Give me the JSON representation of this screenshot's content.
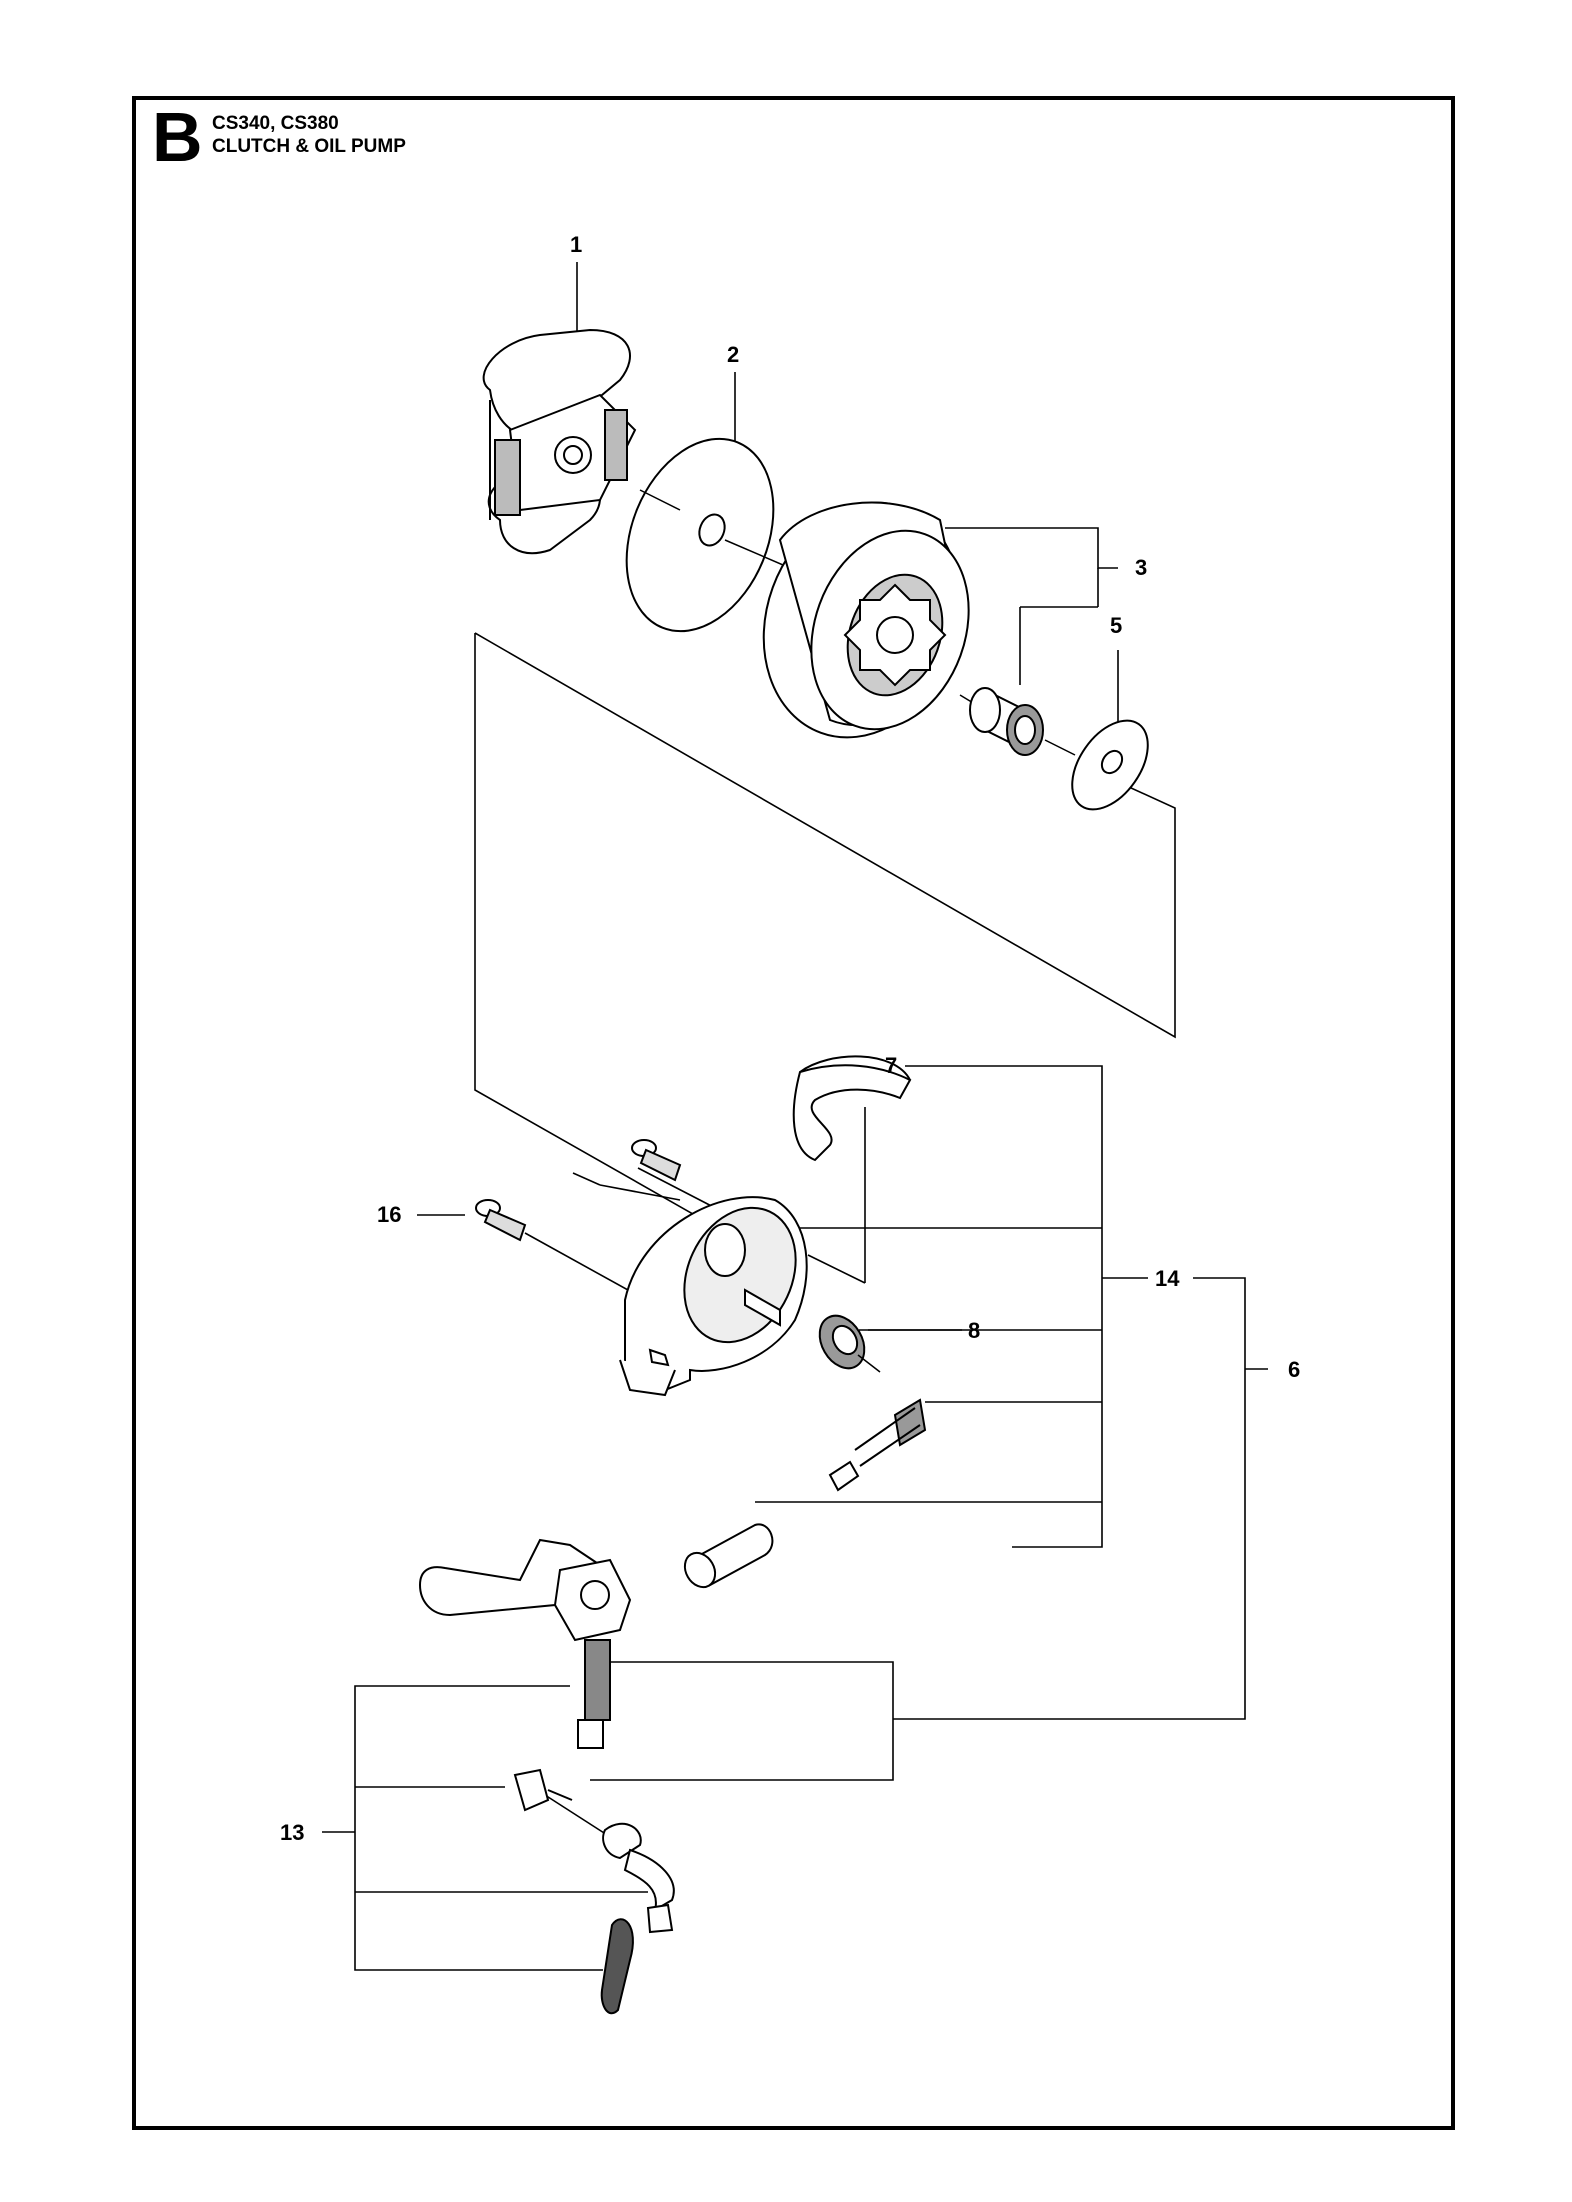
{
  "header": {
    "section_letter": "B",
    "models": "CS340, CS380",
    "title": "CLUTCH & OIL PUMP"
  },
  "callouts": {
    "c1": "1",
    "c2": "2",
    "c3": "3",
    "c5": "5",
    "c6": "6",
    "c7": "7",
    "c8": "8",
    "c13": "13",
    "c14": "14",
    "c16": "16"
  },
  "parts": [
    "clutch",
    "washer",
    "clutch-drum-sprocket",
    "needle-bearing",
    "washer-small",
    "oil-pump-assembly",
    "pump-cover-segment",
    "worm-spring",
    "oil-hose-kit",
    "oil-pump-kit",
    "screw"
  ]
}
